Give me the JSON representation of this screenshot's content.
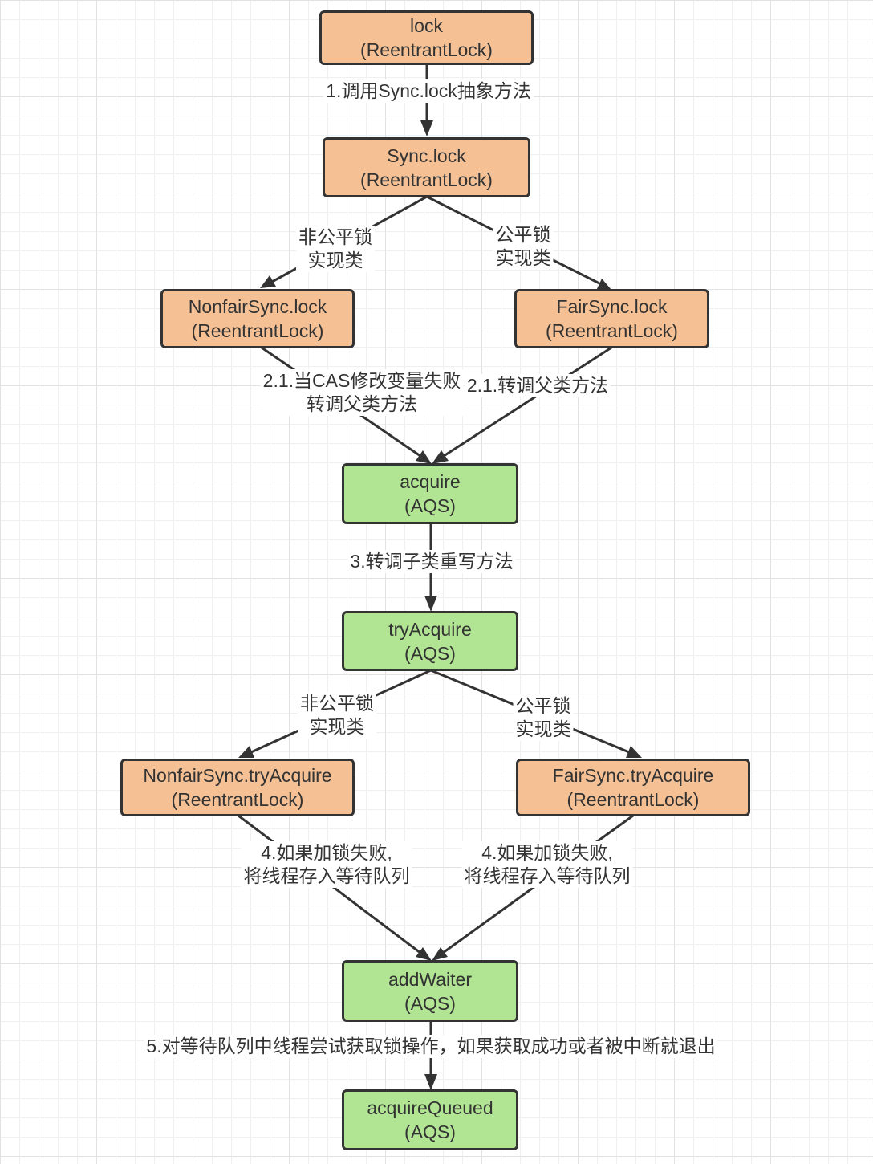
{
  "nodes": {
    "lock": {
      "name": "lock",
      "owner": "(ReentrantLock)"
    },
    "sync_lock": {
      "name": "Sync.lock",
      "owner": "(ReentrantLock)"
    },
    "nonfair_lock": {
      "name": "NonfairSync.lock",
      "owner": "(ReentrantLock)"
    },
    "fair_lock": {
      "name": "FairSync.lock",
      "owner": "(ReentrantLock)"
    },
    "acquire": {
      "name": "acquire",
      "owner": "(AQS)"
    },
    "try_acquire": {
      "name": "tryAcquire",
      "owner": "(AQS)"
    },
    "nonfair_try_acquire": {
      "name": "NonfairSync.tryAcquire",
      "owner": "(ReentrantLock)"
    },
    "fair_try_acquire": {
      "name": "FairSync.tryAcquire",
      "owner": "(ReentrantLock)"
    },
    "add_waiter": {
      "name": "addWaiter",
      "owner": "(AQS)"
    },
    "acquire_queued": {
      "name": "acquireQueued",
      "owner": "(AQS)"
    }
  },
  "edges": {
    "e1": {
      "line1": "1.调用Sync.lock抽象方法"
    },
    "nonfair_impl_top": {
      "line1": "非公平锁",
      "line2": "实现类"
    },
    "fair_impl_top": {
      "line1": "公平锁",
      "line2": "实现类"
    },
    "e21_left": {
      "line1": "2.1.当CAS修改变量失败",
      "line2": "转调父类方法"
    },
    "e21_right": {
      "line1": "2.1.转调父类方法"
    },
    "e3": {
      "line1": "3.转调子类重写方法"
    },
    "nonfair_impl_bottom": {
      "line1": "非公平锁",
      "line2": "实现类"
    },
    "fair_impl_bottom": {
      "line1": "公平锁",
      "line2": "实现类"
    },
    "e4_left": {
      "line1": "4.如果加锁失败,",
      "line2": "将线程存入等待队列"
    },
    "e4_right": {
      "line1": "4.如果加锁失败,",
      "line2": "将线程存入等待队列"
    },
    "e5": {
      "line1": "5.对等待队列中线程尝试获取锁操作，如果获取成功或者被中断就退出"
    }
  },
  "colors": {
    "reentrant_lock_fill": "#f4c094",
    "aqs_fill": "#b1e593",
    "stroke": "#333333"
  }
}
